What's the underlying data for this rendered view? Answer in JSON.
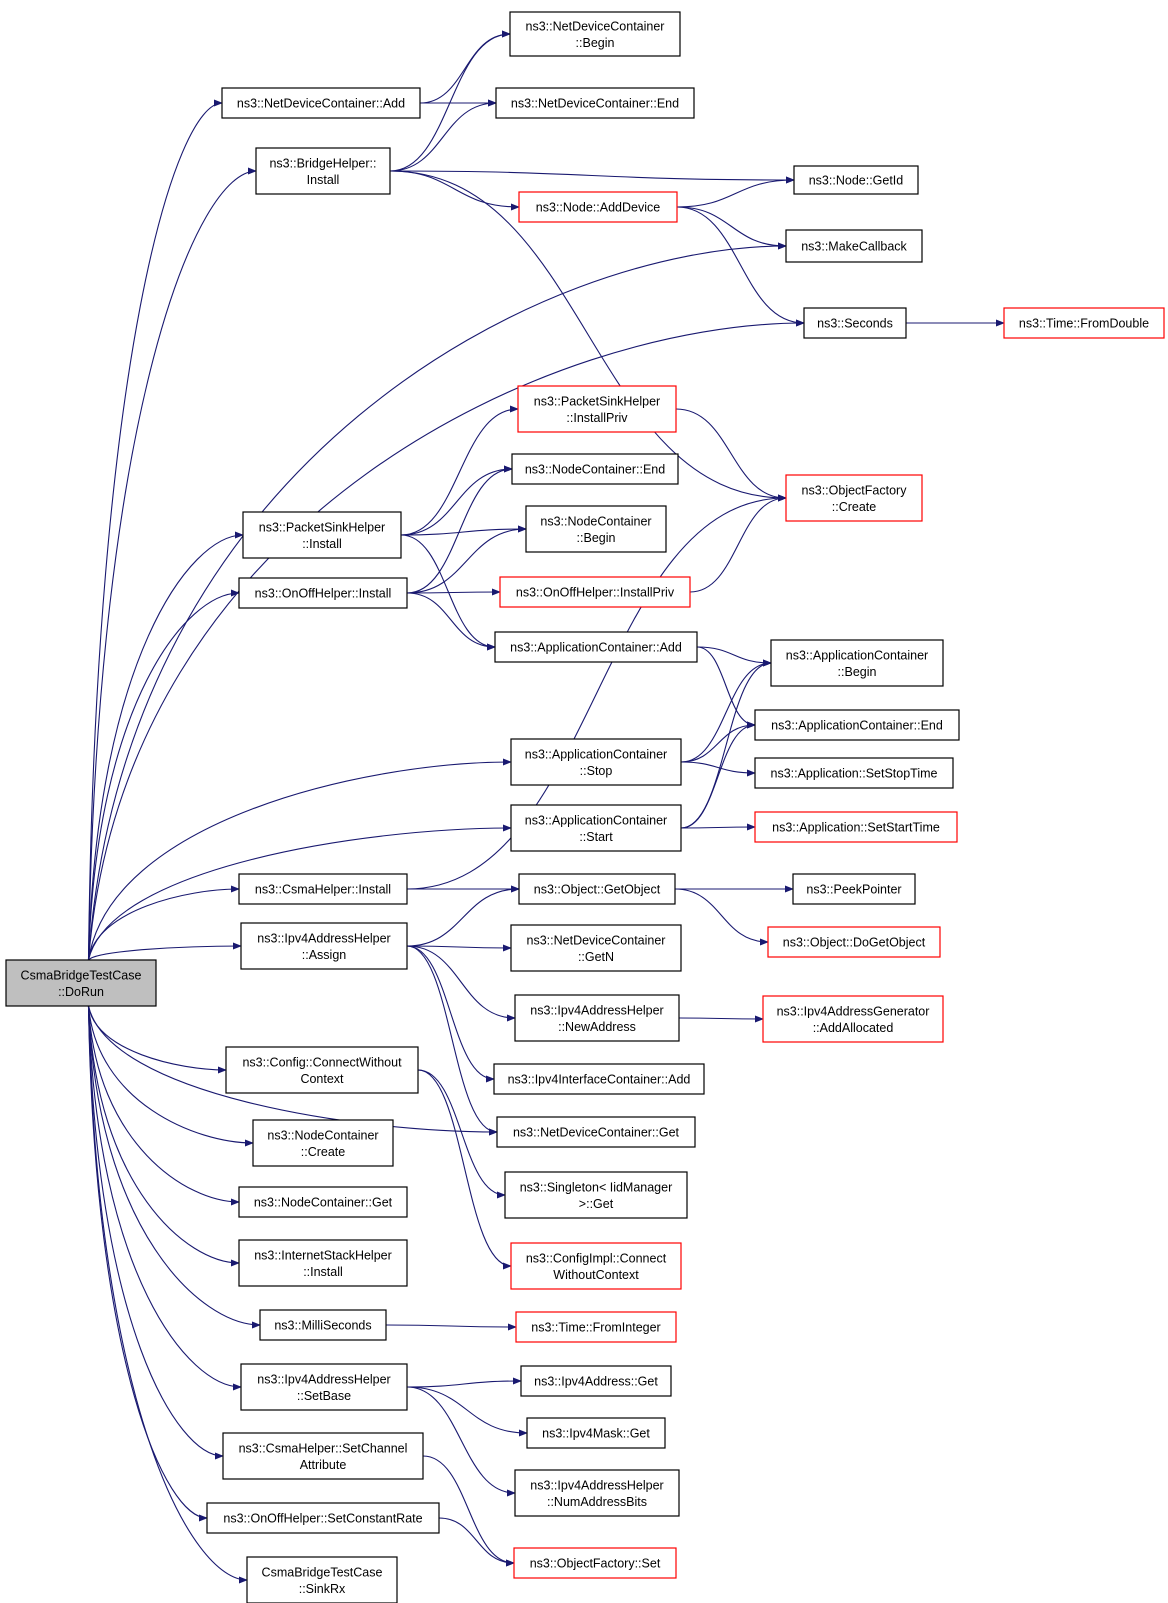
{
  "nodes": [
    {
      "id": "root",
      "lines": [
        "CsmaBridgeTestCase",
        "::DoRun"
      ],
      "red": false,
      "root": true
    },
    {
      "id": "ndc_add",
      "lines": [
        "ns3::NetDeviceContainer::Add"
      ],
      "red": false
    },
    {
      "id": "ndc_begin",
      "lines": [
        "ns3::NetDeviceContainer",
        "::Begin"
      ],
      "red": false
    },
    {
      "id": "ndc_end",
      "lines": [
        "ns3::NetDeviceContainer::End"
      ],
      "red": false
    },
    {
      "id": "bridge_install",
      "lines": [
        "ns3::BridgeHelper::",
        "Install"
      ],
      "red": false
    },
    {
      "id": "node_getid",
      "lines": [
        "ns3::Node::GetId"
      ],
      "red": false
    },
    {
      "id": "node_adddevice",
      "lines": [
        "ns3::Node::AddDevice"
      ],
      "red": true
    },
    {
      "id": "makecallback",
      "lines": [
        "ns3::MakeCallback"
      ],
      "red": false
    },
    {
      "id": "seconds",
      "lines": [
        "ns3::Seconds"
      ],
      "red": false
    },
    {
      "id": "time_fromdouble",
      "lines": [
        "ns3::Time::FromDouble"
      ],
      "red": true
    },
    {
      "id": "psh_installpriv",
      "lines": [
        "ns3::PacketSinkHelper",
        "::InstallPriv"
      ],
      "red": true
    },
    {
      "id": "nc_end",
      "lines": [
        "ns3::NodeContainer::End"
      ],
      "red": false
    },
    {
      "id": "of_create",
      "lines": [
        "ns3::ObjectFactory",
        "::Create"
      ],
      "red": true
    },
    {
      "id": "psh_install",
      "lines": [
        "ns3::PacketSinkHelper",
        "::Install"
      ],
      "red": false
    },
    {
      "id": "nc_begin",
      "lines": [
        "ns3::NodeContainer",
        "::Begin"
      ],
      "red": false
    },
    {
      "id": "onoff_install",
      "lines": [
        "ns3::OnOffHelper::Install"
      ],
      "red": false
    },
    {
      "id": "onoff_installpriv",
      "lines": [
        "ns3::OnOffHelper::InstallPriv"
      ],
      "red": true
    },
    {
      "id": "ac_add",
      "lines": [
        "ns3::ApplicationContainer::Add"
      ],
      "red": false
    },
    {
      "id": "ac_begin",
      "lines": [
        "ns3::ApplicationContainer",
        "::Begin"
      ],
      "red": false
    },
    {
      "id": "ac_end",
      "lines": [
        "ns3::ApplicationContainer::End"
      ],
      "red": false
    },
    {
      "id": "ac_stop",
      "lines": [
        "ns3::ApplicationContainer",
        "::Stop"
      ],
      "red": false
    },
    {
      "id": "app_setstop",
      "lines": [
        "ns3::Application::SetStopTime"
      ],
      "red": false
    },
    {
      "id": "ac_start",
      "lines": [
        "ns3::ApplicationContainer",
        "::Start"
      ],
      "red": false
    },
    {
      "id": "app_setstart",
      "lines": [
        "ns3::Application::SetStartTime"
      ],
      "red": true
    },
    {
      "id": "csma_install",
      "lines": [
        "ns3::CsmaHelper::Install"
      ],
      "red": false
    },
    {
      "id": "obj_getobject",
      "lines": [
        "ns3::Object::GetObject"
      ],
      "red": false
    },
    {
      "id": "peekpointer",
      "lines": [
        "ns3::PeekPointer"
      ],
      "red": false
    },
    {
      "id": "obj_dogetobject",
      "lines": [
        "ns3::Object::DoGetObject"
      ],
      "red": true
    },
    {
      "id": "ipv4ah_assign",
      "lines": [
        "ns3::Ipv4AddressHelper",
        "::Assign"
      ],
      "red": false
    },
    {
      "id": "ndc_getn",
      "lines": [
        "ns3::NetDeviceContainer",
        "::GetN"
      ],
      "red": false
    },
    {
      "id": "ipv4ah_newaddress",
      "lines": [
        "ns3::Ipv4AddressHelper",
        "::NewAddress"
      ],
      "red": false
    },
    {
      "id": "ipv4ag_addallocated",
      "lines": [
        "ns3::Ipv4AddressGenerator",
        "::AddAllocated"
      ],
      "red": true
    },
    {
      "id": "config_cwc",
      "lines": [
        "ns3::Config::ConnectWithout",
        "Context"
      ],
      "red": false
    },
    {
      "id": "ipv4ic_add",
      "lines": [
        "ns3::Ipv4InterfaceContainer::Add"
      ],
      "red": false
    },
    {
      "id": "ndc_get",
      "lines": [
        "ns3::NetDeviceContainer::Get"
      ],
      "red": false
    },
    {
      "id": "nc_create",
      "lines": [
        "ns3::NodeContainer",
        "::Create"
      ],
      "red": false
    },
    {
      "id": "singleton_get",
      "lines": [
        "ns3::Singleton< IidManager",
        ">::Get"
      ],
      "red": false
    },
    {
      "id": "nc_get",
      "lines": [
        "ns3::NodeContainer::Get"
      ],
      "red": false
    },
    {
      "id": "ish_install",
      "lines": [
        "ns3::InternetStackHelper",
        "::Install"
      ],
      "red": false
    },
    {
      "id": "configimpl_cwc",
      "lines": [
        "ns3::ConfigImpl::Connect",
        "WithoutContext"
      ],
      "red": true
    },
    {
      "id": "milliseconds",
      "lines": [
        "ns3::MilliSeconds"
      ],
      "red": false
    },
    {
      "id": "time_frominteger",
      "lines": [
        "ns3::Time::FromInteger"
      ],
      "red": true
    },
    {
      "id": "ipv4ah_setbase",
      "lines": [
        "ns3::Ipv4AddressHelper",
        "::SetBase"
      ],
      "red": false
    },
    {
      "id": "ipv4addr_get",
      "lines": [
        "ns3::Ipv4Address::Get"
      ],
      "red": false
    },
    {
      "id": "ipv4mask_get",
      "lines": [
        "ns3::Ipv4Mask::Get"
      ],
      "red": false
    },
    {
      "id": "csma_setchannelattr",
      "lines": [
        "ns3::CsmaHelper::SetChannel",
        "Attribute"
      ],
      "red": false
    },
    {
      "id": "ipv4ah_numaddrbits",
      "lines": [
        "ns3::Ipv4AddressHelper",
        "::NumAddressBits"
      ],
      "red": false
    },
    {
      "id": "onoff_setconstantrate",
      "lines": [
        "ns3::OnOffHelper::SetConstantRate"
      ],
      "red": false
    },
    {
      "id": "of_set",
      "lines": [
        "ns3::ObjectFactory::Set"
      ],
      "red": true
    },
    {
      "id": "sinkrx",
      "lines": [
        "CsmaBridgeTestCase",
        "::SinkRx"
      ],
      "red": false
    }
  ],
  "edges": [
    [
      "root",
      "ndc_add"
    ],
    [
      "root",
      "bridge_install"
    ],
    [
      "root",
      "makecallback"
    ],
    [
      "root",
      "seconds"
    ],
    [
      "root",
      "psh_install"
    ],
    [
      "root",
      "onoff_install"
    ],
    [
      "root",
      "ac_stop"
    ],
    [
      "root",
      "ac_start"
    ],
    [
      "root",
      "csma_install"
    ],
    [
      "root",
      "ipv4ah_assign"
    ],
    [
      "root",
      "ndc_get"
    ],
    [
      "root",
      "config_cwc"
    ],
    [
      "root",
      "nc_create"
    ],
    [
      "root",
      "nc_get"
    ],
    [
      "root",
      "ish_install"
    ],
    [
      "root",
      "milliseconds"
    ],
    [
      "root",
      "ipv4ah_setbase"
    ],
    [
      "root",
      "csma_setchannelattr"
    ],
    [
      "root",
      "onoff_setconstantrate"
    ],
    [
      "root",
      "sinkrx"
    ],
    [
      "ndc_add",
      "ndc_begin"
    ],
    [
      "ndc_add",
      "ndc_end"
    ],
    [
      "bridge_install",
      "ndc_begin"
    ],
    [
      "bridge_install",
      "ndc_end"
    ],
    [
      "bridge_install",
      "node_getid"
    ],
    [
      "bridge_install",
      "node_adddevice"
    ],
    [
      "bridge_install",
      "of_create"
    ],
    [
      "node_adddevice",
      "node_getid"
    ],
    [
      "node_adddevice",
      "makecallback"
    ],
    [
      "node_adddevice",
      "seconds"
    ],
    [
      "seconds",
      "time_fromdouble"
    ],
    [
      "psh_install",
      "psh_installpriv"
    ],
    [
      "psh_install",
      "nc_end"
    ],
    [
      "psh_install",
      "nc_begin"
    ],
    [
      "psh_install",
      "ac_add"
    ],
    [
      "psh_installpriv",
      "of_create"
    ],
    [
      "onoff_install",
      "nc_end"
    ],
    [
      "onoff_install",
      "nc_begin"
    ],
    [
      "onoff_install",
      "onoff_installpriv"
    ],
    [
      "onoff_install",
      "ac_add"
    ],
    [
      "onoff_installpriv",
      "of_create"
    ],
    [
      "ac_add",
      "ac_begin"
    ],
    [
      "ac_add",
      "ac_end"
    ],
    [
      "ac_stop",
      "ac_begin"
    ],
    [
      "ac_stop",
      "ac_end"
    ],
    [
      "ac_stop",
      "app_setstop"
    ],
    [
      "ac_start",
      "ac_begin"
    ],
    [
      "ac_start",
      "ac_end"
    ],
    [
      "ac_start",
      "app_setstart"
    ],
    [
      "csma_install",
      "obj_getobject"
    ],
    [
      "csma_install",
      "of_create"
    ],
    [
      "obj_getobject",
      "peekpointer"
    ],
    [
      "obj_getobject",
      "obj_dogetobject"
    ],
    [
      "ipv4ah_assign",
      "obj_getobject"
    ],
    [
      "ipv4ah_assign",
      "ndc_getn"
    ],
    [
      "ipv4ah_assign",
      "ipv4ah_newaddress"
    ],
    [
      "ipv4ah_assign",
      "ipv4ic_add"
    ],
    [
      "ipv4ah_assign",
      "ndc_get"
    ],
    [
      "ipv4ah_newaddress",
      "ipv4ag_addallocated"
    ],
    [
      "config_cwc",
      "singleton_get"
    ],
    [
      "config_cwc",
      "configimpl_cwc"
    ],
    [
      "milliseconds",
      "time_frominteger"
    ],
    [
      "ipv4ah_setbase",
      "ipv4addr_get"
    ],
    [
      "ipv4ah_setbase",
      "ipv4mask_get"
    ],
    [
      "ipv4ah_setbase",
      "ipv4ah_numaddrbits"
    ],
    [
      "csma_setchannelattr",
      "of_set"
    ],
    [
      "onoff_setconstantrate",
      "of_set"
    ]
  ]
}
